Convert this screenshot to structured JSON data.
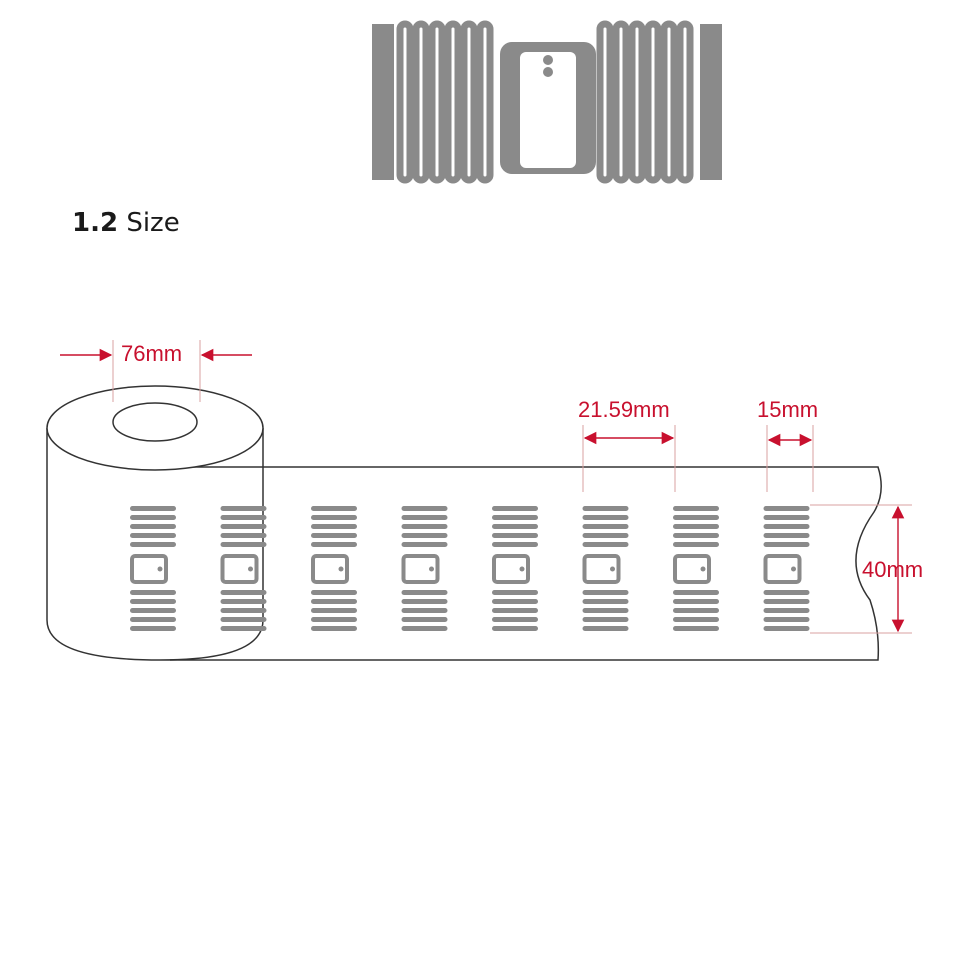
{
  "heading": {
    "number": "1.2",
    "title": "Size"
  },
  "dimensions": {
    "core_diameter": "76mm",
    "label_pitch": "21.59mm",
    "label_width": "15mm",
    "label_height": "40mm"
  },
  "colors": {
    "dimension": "#c8102e",
    "antenna": "#8a8a8a",
    "outline": "#333333",
    "guide": "#d9a0a0"
  },
  "label_count": 8
}
